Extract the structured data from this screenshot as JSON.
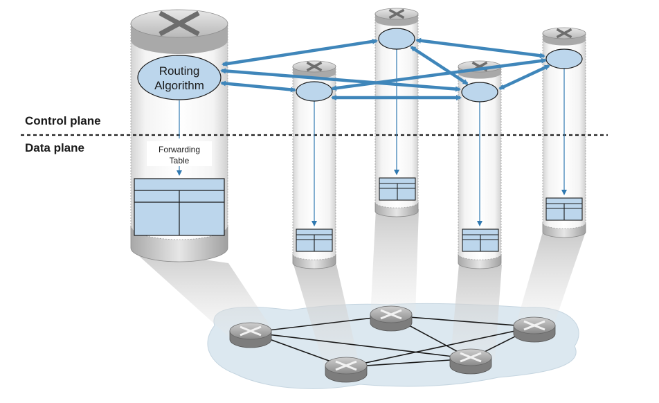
{
  "labels": {
    "control_plane": "Control plane",
    "data_plane": "Data plane",
    "routing_line1": "Routing",
    "routing_line2": "Algorithm",
    "forwarding_line1": "Forwarding",
    "forwarding_line2": "Table"
  },
  "colors": {
    "arrow": "#3f86ba",
    "ellipse_fill": "#bcd6ec",
    "table_fill": "#bcd6ec",
    "network_cloud": "#dce8f0",
    "divider": "#222222"
  },
  "icons": {
    "router": "router-x-icon"
  }
}
